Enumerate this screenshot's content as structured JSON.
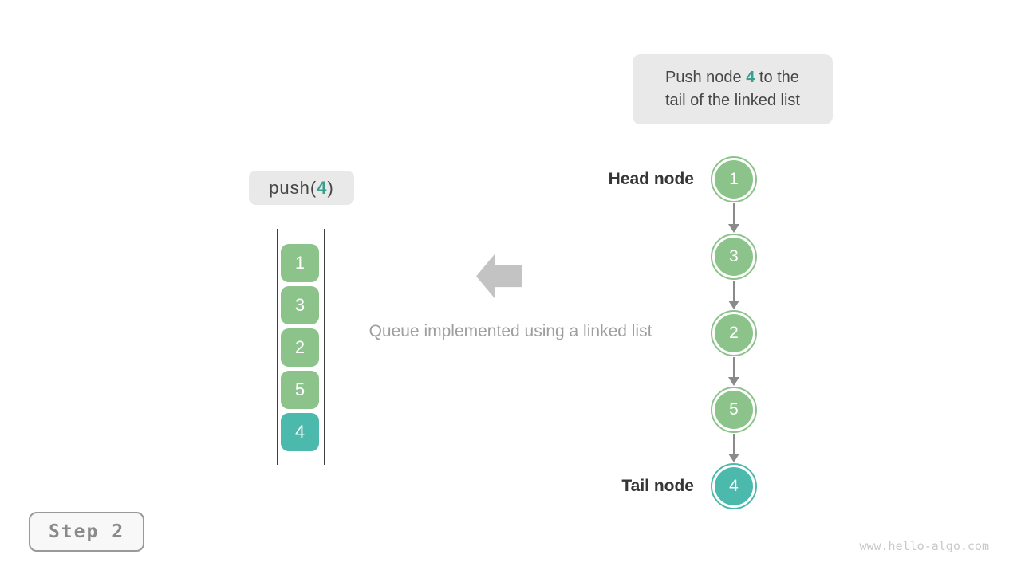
{
  "palette": {
    "green": "#8bc38b",
    "teal": "#4cb9ad",
    "teal_text": "#3a9e8e",
    "box_bg": "#e9e9e9",
    "text_dark": "#464646",
    "label_dark": "#363636",
    "caption_gray": "#9e9e9e",
    "arrow_gray": "#8a8a8a",
    "block_arrow_gray": "#c3c3c3",
    "rail_dark": "#3f3f3f",
    "step_border": "#9a9a9a",
    "step_bg": "#f8f8f8",
    "step_text": "#8a8a8a",
    "watermark_gray": "#c9c9c9"
  },
  "callout": {
    "line1_prefix": "Push node ",
    "highlight": "4",
    "line1_suffix": " to the",
    "line2": "tail of the linked list"
  },
  "push_label": {
    "prefix": "push(",
    "arg": "4",
    "suffix": ")"
  },
  "stack": {
    "items": [
      {
        "value": "1",
        "color": "green"
      },
      {
        "value": "3",
        "color": "green"
      },
      {
        "value": "2",
        "color": "green"
      },
      {
        "value": "5",
        "color": "green"
      },
      {
        "value": "4",
        "color": "teal"
      }
    ]
  },
  "caption": "Queue implemented using a linked list",
  "linked_list": {
    "head_label": "Head node",
    "tail_label": "Tail node",
    "nodes": [
      {
        "value": "1",
        "color": "green"
      },
      {
        "value": "3",
        "color": "green"
      },
      {
        "value": "2",
        "color": "green"
      },
      {
        "value": "5",
        "color": "green"
      },
      {
        "value": "4",
        "color": "teal"
      }
    ]
  },
  "step_badge": {
    "label": "Step 2"
  },
  "watermark": "www.hello-algo.com"
}
